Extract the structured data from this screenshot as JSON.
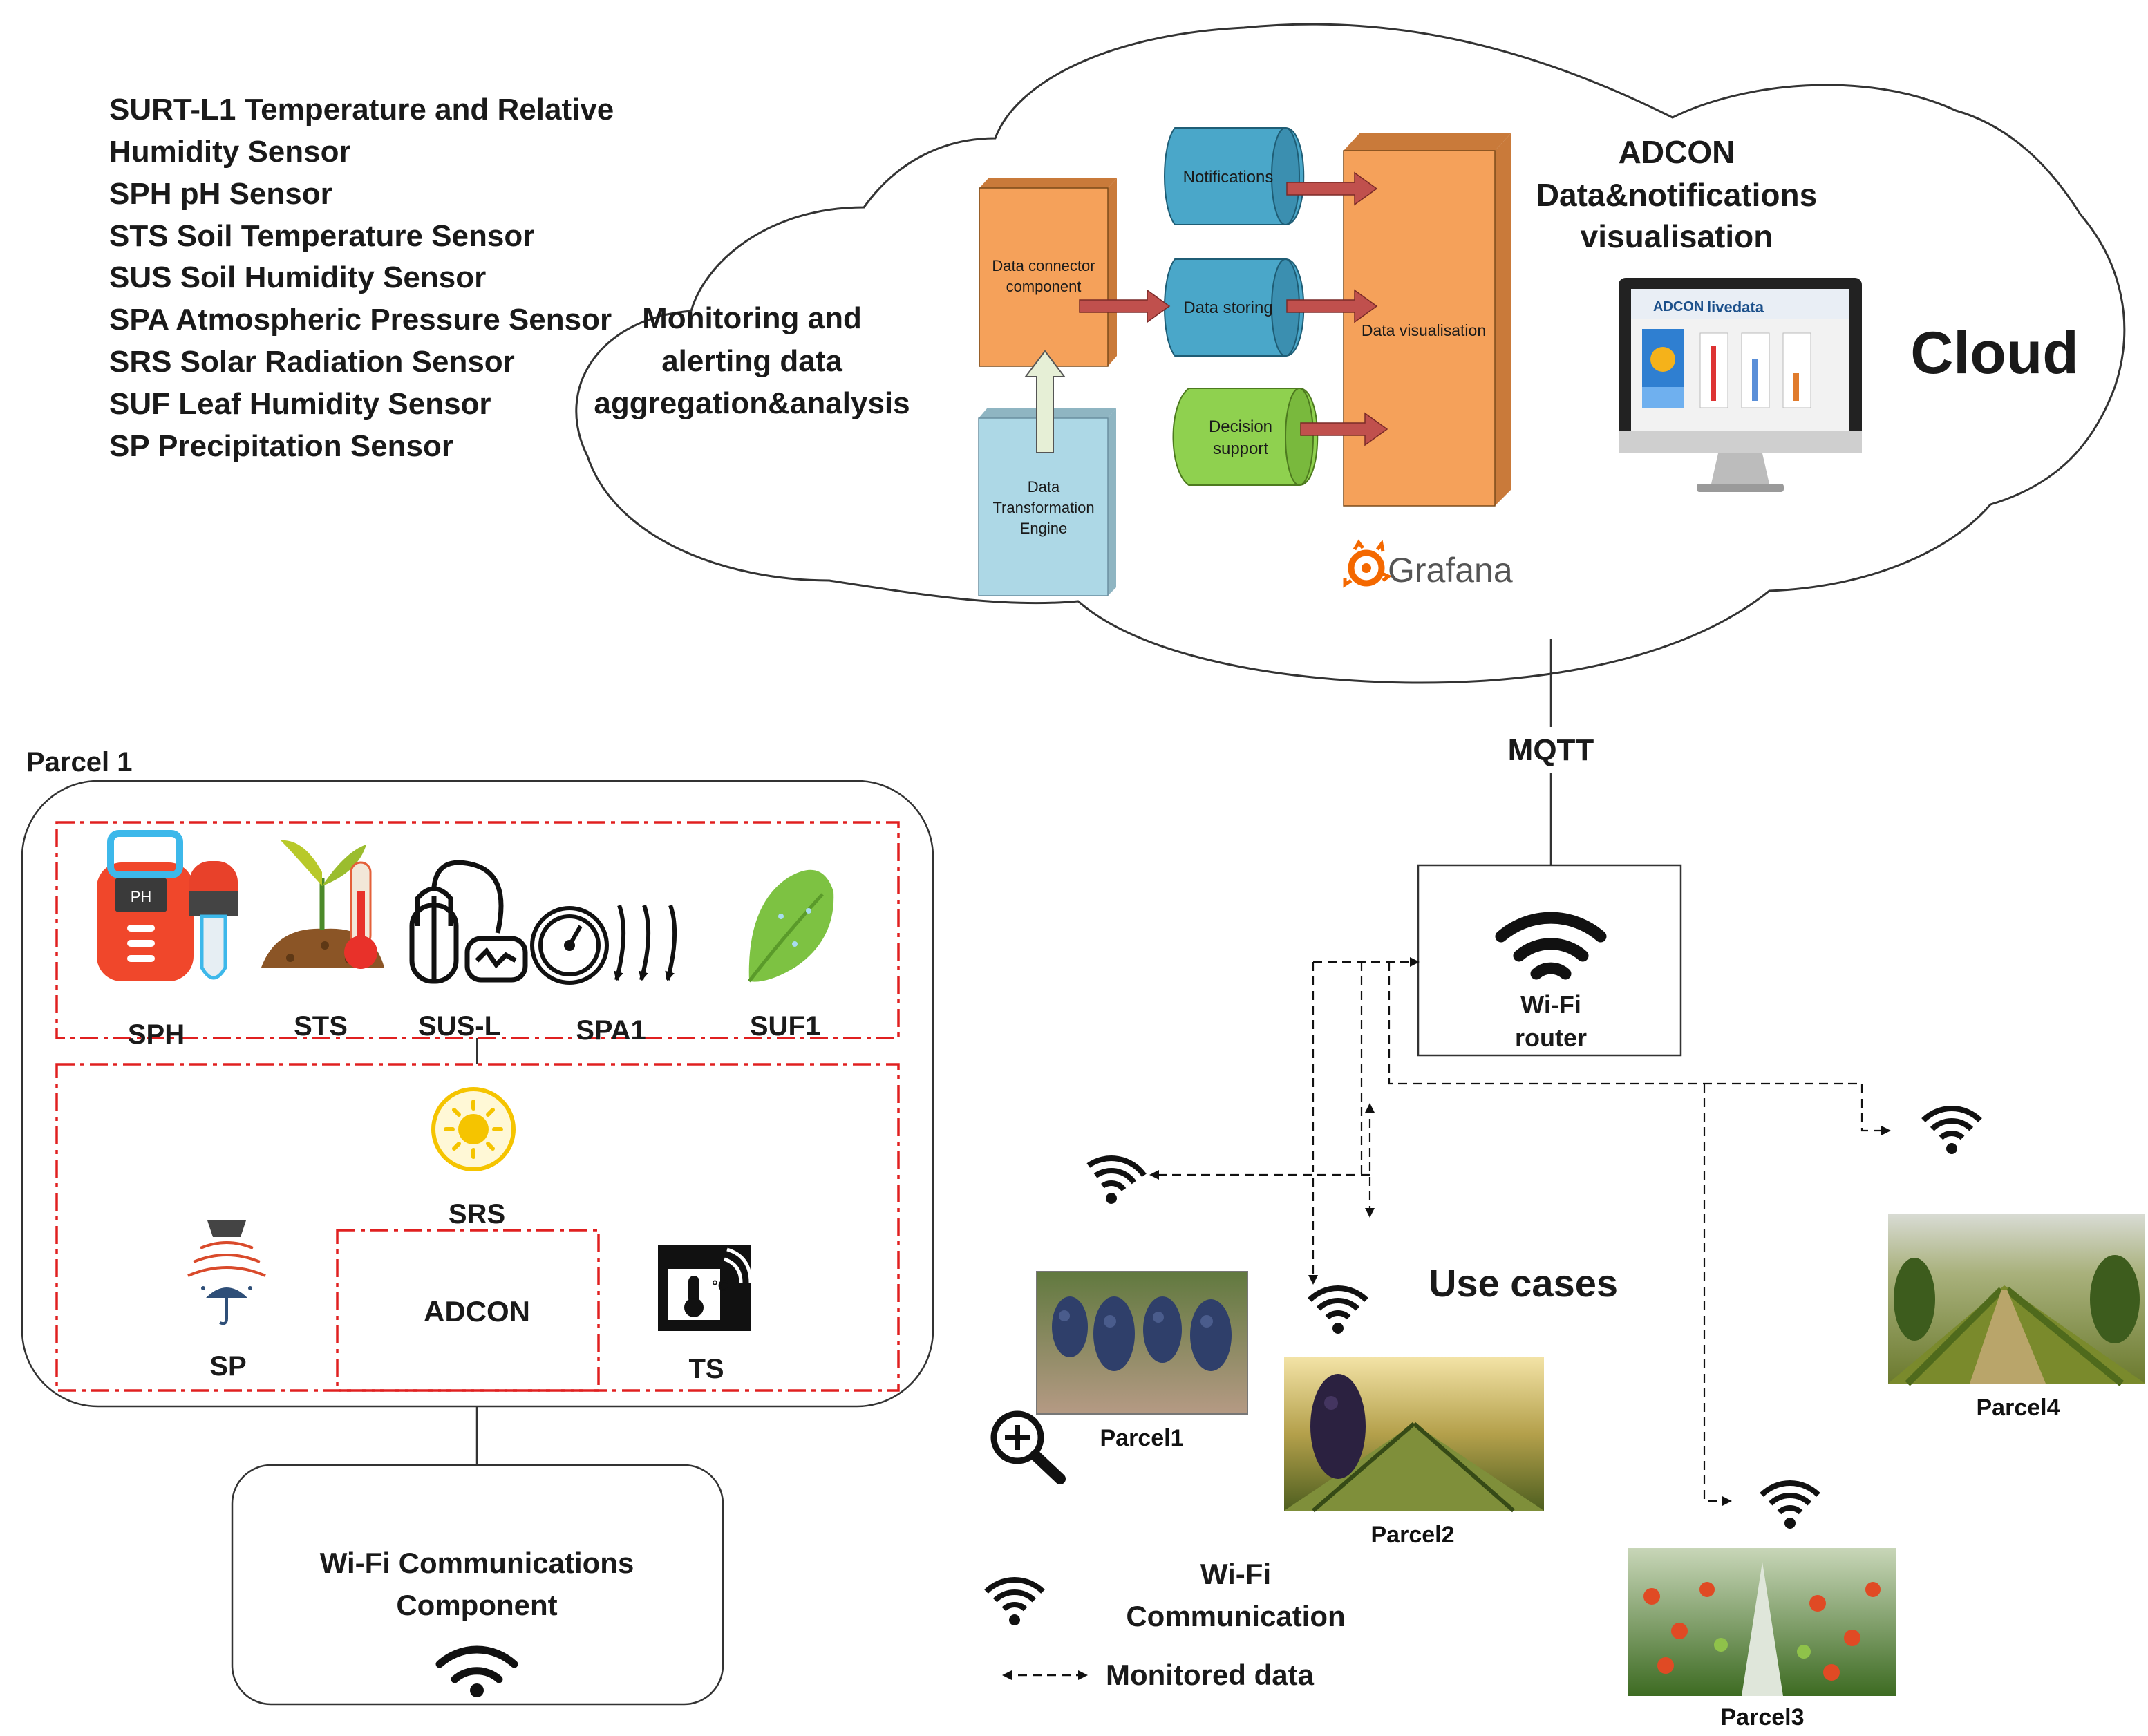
{
  "sensor_list": [
    "SURT-L1 Temperature and Relative",
    "Humidity Sensor",
    "SPH pH Sensor",
    "STS Soil Temperature Sensor",
    "SUS Soil Humidity Sensor",
    "SPA Atmospheric Pressure Sensor",
    "SRS Solar Radiation Sensor",
    "SUF Leaf Humidity Sensor",
    "SP Precipitation Sensor"
  ],
  "cloud": {
    "label": "Cloud",
    "monitoring_lines": [
      "Monitoring and",
      "alerting data",
      "aggregation&analysis"
    ],
    "adcon_lines": [
      "ADCON",
      "Data&notifications",
      "visualisation"
    ],
    "data_connector_lines": [
      "Data connector",
      "component"
    ],
    "data_transformation_lines": [
      "Data",
      "Transformation",
      "Engine"
    ],
    "notifications": "Notifications",
    "data_storing": "Data storing",
    "decision_support_lines": [
      "Decision",
      "support"
    ],
    "data_visualisation": "Data visualisation",
    "grafana": "Grafana",
    "monitor_brand": "ADCON",
    "monitor_app": "livedata"
  },
  "mqtt": "MQTT",
  "router_lines": [
    "Wi-Fi",
    "router"
  ],
  "parcel1_title": "Parcel 1",
  "parcel_sensors": {
    "sph": "SPH",
    "sts": "STS",
    "sus": "SUS-L",
    "spa": "SPA1",
    "suf": "SUF1",
    "srs": "SRS",
    "sp": "SP",
    "adcon": "ADCON",
    "ts": "TS",
    "ph_tag": "PH",
    "deg_c": "°C"
  },
  "wifi_component_lines": [
    "Wi-Fi Communications",
    "Component"
  ],
  "use_cases": "Use cases",
  "parcels": {
    "p1": "Parcel1",
    "p2": "Parcel2",
    "p3": "Parcel3",
    "p4": "Parcel4"
  },
  "legend": {
    "wifi_lines": [
      "Wi-Fi",
      "Communication"
    ],
    "monitored": "Monitored data"
  },
  "colors": {
    "orange": "#f5a15a",
    "teal": "#4aa7c9",
    "green": "#8fd14f",
    "light_blue": "#add8e6",
    "arrow_red": "#c0504d",
    "dashed_red": "#e02020",
    "grafana_orange": "#f46800"
  }
}
